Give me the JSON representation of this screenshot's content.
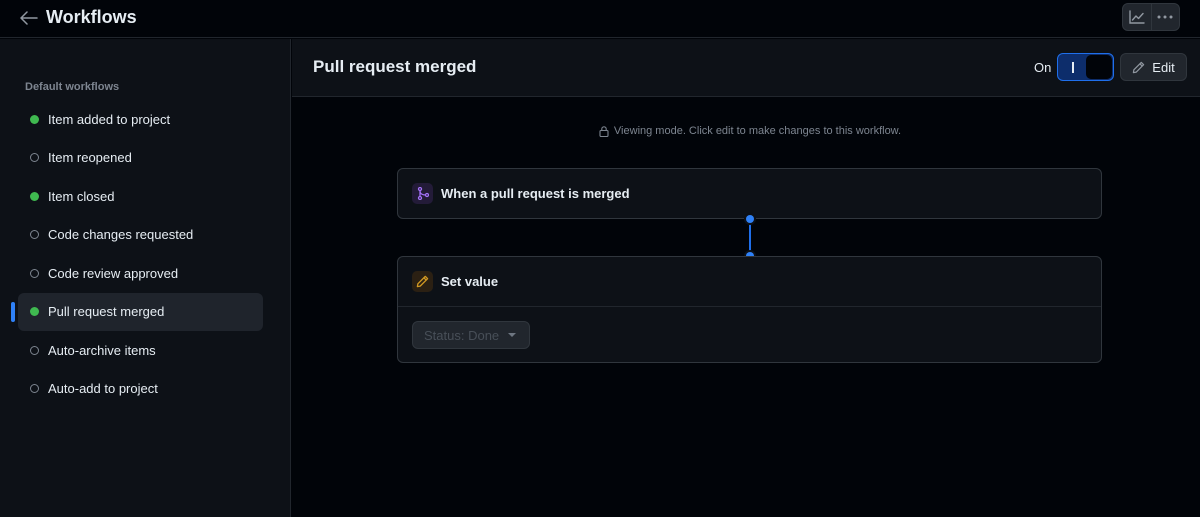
{
  "topbar": {
    "back_icon": "arrow-left-icon",
    "title": "Workflows",
    "actions": [
      {
        "name": "insights-button",
        "icon": "graph-icon"
      },
      {
        "name": "more-options-button",
        "icon": "kebab-horizontal-icon"
      }
    ]
  },
  "sidebar": {
    "heading": "Default workflows",
    "items": [
      {
        "label": "Item added to project",
        "enabled": true,
        "active": false
      },
      {
        "label": "Item reopened",
        "enabled": false,
        "active": false
      },
      {
        "label": "Item closed",
        "enabled": true,
        "active": false
      },
      {
        "label": "Code changes requested",
        "enabled": false,
        "active": false
      },
      {
        "label": "Code review approved",
        "enabled": false,
        "active": false
      },
      {
        "label": "Pull request merged",
        "enabled": true,
        "active": true
      },
      {
        "label": "Auto-archive items",
        "enabled": false,
        "active": false
      },
      {
        "label": "Auto-add to project",
        "enabled": false,
        "active": false
      }
    ]
  },
  "main": {
    "title": "Pull request merged",
    "toggle_label": "On",
    "toggle_state": "on",
    "edit_label": "Edit",
    "viewing_note": "Viewing mode. Click edit to make changes to this workflow.",
    "trigger": {
      "icon": "git-merge-icon",
      "title": "When a pull request is merged"
    },
    "action": {
      "icon": "pencil-icon",
      "title": "Set value",
      "select_value": "Status: Done"
    }
  },
  "colors": {
    "accent": "#2f81f7",
    "enabled_dot": "#3fb950",
    "trigger_icon": "#a371f7",
    "action_icon": "#d29922"
  }
}
